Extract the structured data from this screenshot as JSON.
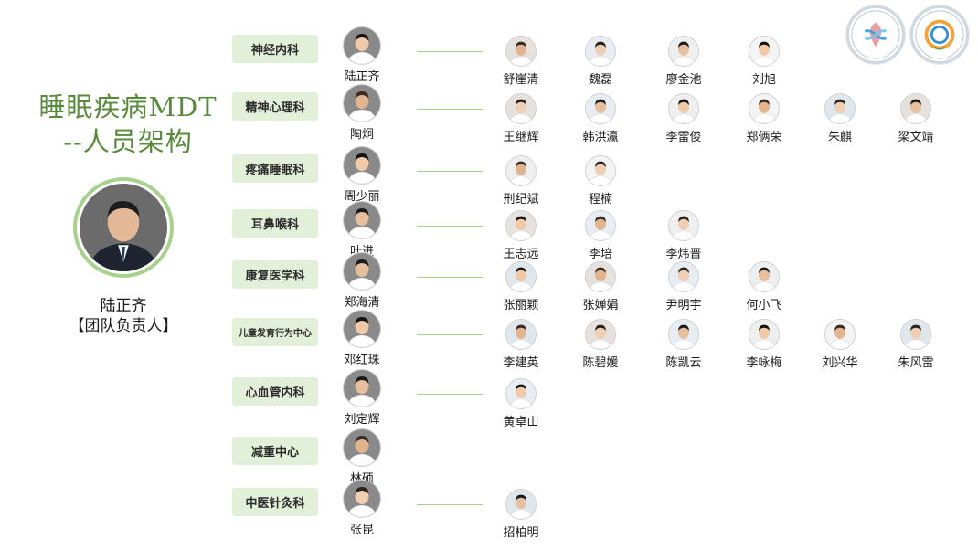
{
  "title": {
    "line1": "睡眠疾病MDT",
    "line2": "--人员架构"
  },
  "leader": {
    "name": "陆正齐",
    "role": "【团队负责人】"
  },
  "colors": {
    "accent_green": "#5a8a3c",
    "dept_fill": "#e2efd9",
    "connector": "#a9d18e"
  },
  "departments": [
    {
      "name": "神经内科",
      "head": "陆正齐",
      "members": [
        "舒崖清",
        "魏磊",
        "廖金池",
        "刘旭"
      ]
    },
    {
      "name": "精神心理科",
      "head": "陶炯",
      "members": [
        "王继辉",
        "韩洪瀛",
        "李雷俊",
        "郑俩荣",
        "朱麒",
        "梁文靖"
      ]
    },
    {
      "name": "疼痛睡眠科",
      "head": "周少丽",
      "members": [
        "刑纪斌",
        "程楠"
      ]
    },
    {
      "name": "耳鼻喉科",
      "head": "叶进",
      "members": [
        "王志远",
        "李培",
        "李炜晋"
      ]
    },
    {
      "name": "康复医学科",
      "head": "郑海清",
      "members": [
        "张丽颖",
        "张婵娟",
        "尹明宇",
        "何小飞"
      ]
    },
    {
      "name": "儿童发育行为中心",
      "head": "邓红珠",
      "members": [
        "李建英",
        "陈碧媛",
        "陈凯云",
        "李咏梅",
        "刘兴华",
        "朱风雷"
      ]
    },
    {
      "name": "心血管内科",
      "head": "刘定辉",
      "members": [
        "黄卓山"
      ]
    },
    {
      "name": "减重中心",
      "head": "林硕",
      "members": []
    },
    {
      "name": "中医针灸科",
      "head": "张昆",
      "members": [
        "招柏明"
      ]
    }
  ]
}
